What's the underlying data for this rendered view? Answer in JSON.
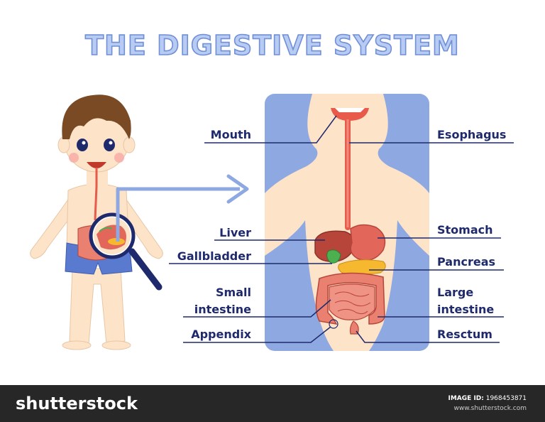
{
  "title": "THE DIGESTIVE SYSTEM",
  "labels": {
    "mouth": "Mouth",
    "esophagus": "Esophagus",
    "liver": "Liver",
    "stomach": "Stomach",
    "gallbladder": "Gallbladder",
    "pancreas": "Pancreas",
    "small_intestine_1": "Small",
    "small_intestine_2": "intestine",
    "large_intestine_1": "Large",
    "large_intestine_2": "intestine",
    "appendix": "Appendix",
    "rectum": "Resctum"
  },
  "footer": {
    "brand": "shutterstock",
    "image_id_label": "IMAGE ID:",
    "image_id": "1968453871",
    "site": "www.shutterstock.com"
  },
  "colors": {
    "title_fill": "#b8cbf2",
    "title_outline": "#6f8fd6",
    "label_text": "#1e2a6b",
    "leader_line": "#1e2a6b",
    "panel_blue": "#8ea8e2",
    "skin": "#fde3c8",
    "esophagus": "#e85a4a",
    "liver": "#b8453a",
    "stomach": "#e2665a",
    "gallbladder": "#4caf50",
    "pancreas": "#f5b82e",
    "intestine": "#e98070",
    "hair": "#7a4a24",
    "shorts": "#5a7ad0",
    "magnifier": "#1e2a6b",
    "arrow": "#8ea8e2",
    "footer_bg": "#272727"
  }
}
